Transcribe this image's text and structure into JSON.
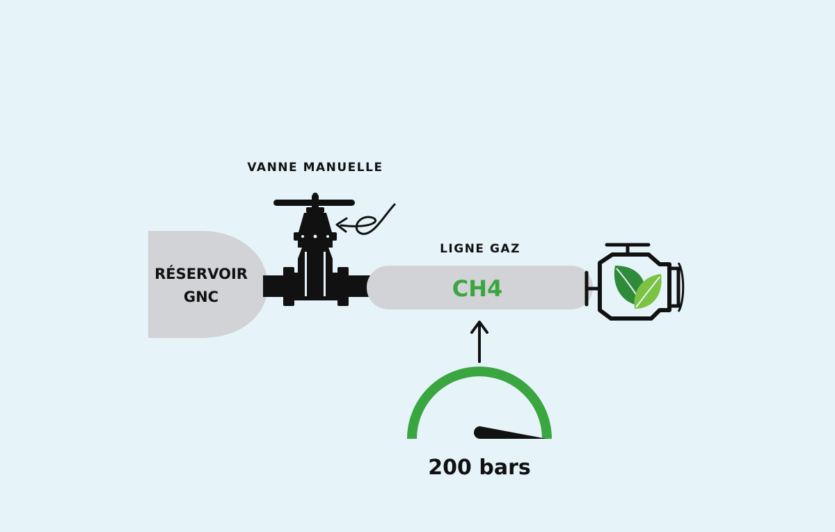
{
  "labels": {
    "valve": "VANNE MANUELLE",
    "tank_line1": "RÉSERVOIR",
    "tank_line2": "GNC",
    "gas_line": "LIGNE GAZ",
    "gas": "CH4",
    "pressure": "200 bars"
  },
  "icons": {
    "valve": "gate-valve-icon",
    "engine": "eco-engine-icon",
    "gauge": "pressure-gauge-icon"
  },
  "colors": {
    "background": "#e6f4fa",
    "tank": "#d2d3d6",
    "pipe": "#111111",
    "gas_text": "#3aa63f",
    "gauge": "#3aa63f",
    "leaf_dark": "#2f8a3a",
    "leaf_light": "#7cc243"
  }
}
